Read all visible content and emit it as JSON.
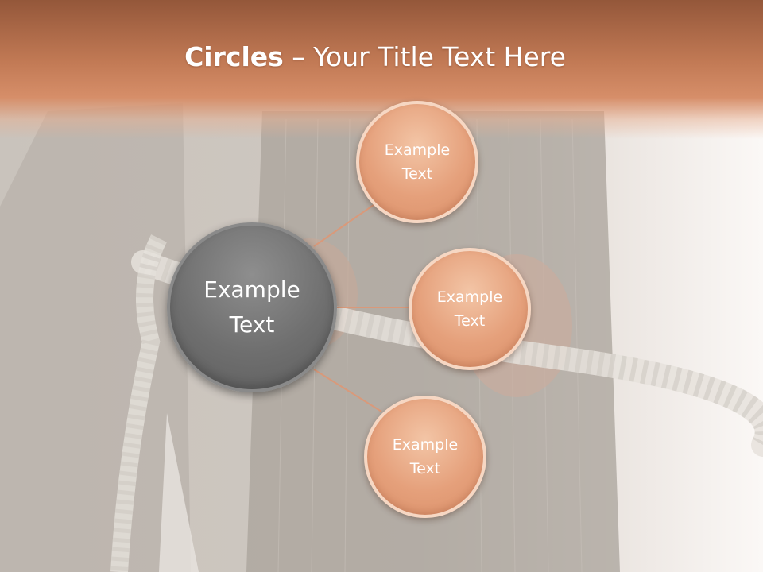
{
  "slide": {
    "title_bold": "Circles",
    "title_dash": " – ",
    "title_rest": "Your Title Text Here"
  },
  "main_circle": {
    "line1": "Example",
    "line2": "Text"
  },
  "satellites": [
    {
      "line1": "Example",
      "line2": "Text"
    },
    {
      "line1": "Example",
      "line2": "Text"
    },
    {
      "line1": "Example",
      "line2": "Text"
    }
  ],
  "colors": {
    "title_bar": "#c27a55",
    "satellite_fill": "#e5a07b",
    "main_fill": "#6f6f6f",
    "connector": "#d9997a"
  }
}
